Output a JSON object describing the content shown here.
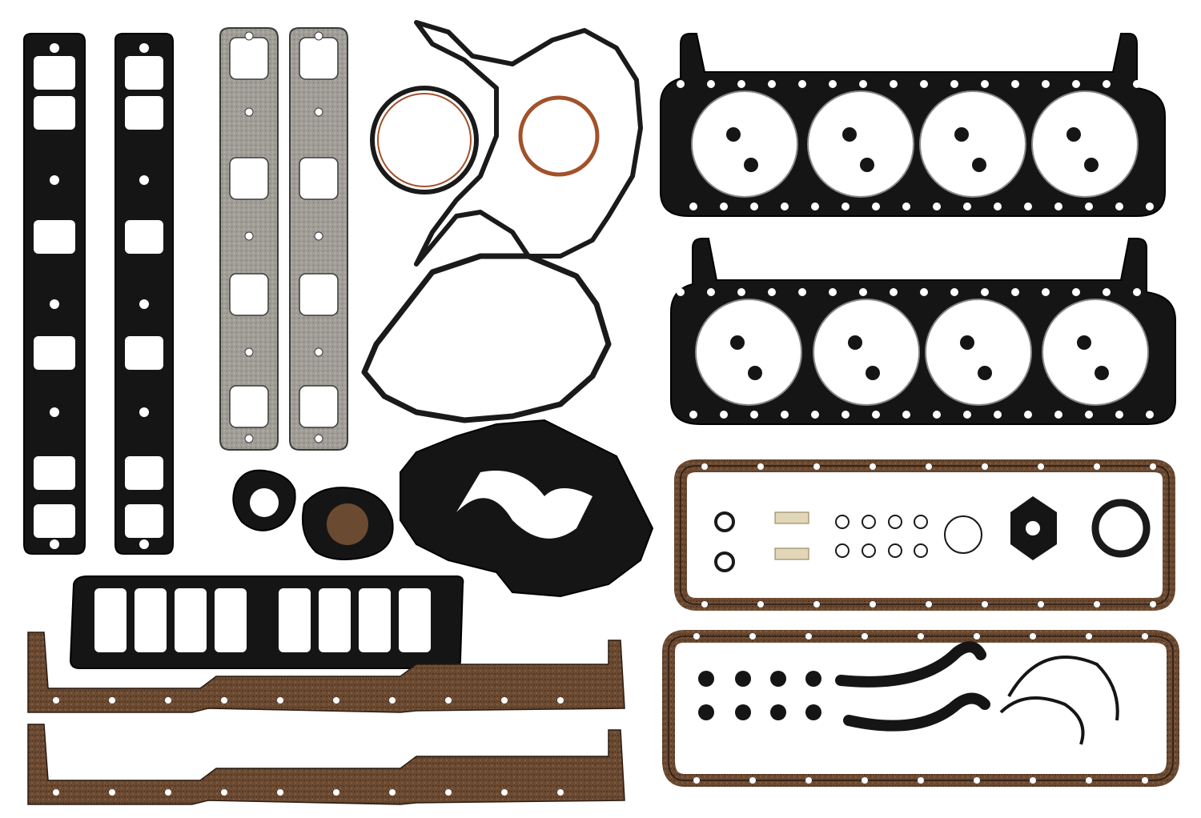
{
  "scene": {
    "background": "#ffffff",
    "colors": {
      "rubber_black": "#151515",
      "rubber_edge": "#0a0a0a",
      "fiber_gray": "#9c9892",
      "fiber_edge": "#3a3a3a",
      "cork_brown": "#6b4a32",
      "cork_edge": "#2a1a10",
      "copper_ring": "#a2512a",
      "seal_tan": "#e2d6b8",
      "paper_white": "#ffffff"
    },
    "parts": [
      {
        "name": "intake-manifold-gasket",
        "count": 2,
        "material": "rubber_black"
      },
      {
        "name": "exhaust-manifold-gasket",
        "count": 2,
        "material": "fiber_gray"
      },
      {
        "name": "timing-cover-gasket",
        "count": 1,
        "material": "rubber_black"
      },
      {
        "name": "rear-main-seal",
        "count": 2,
        "material": "copper_ring"
      },
      {
        "name": "water-pump-gasket",
        "count": 2,
        "material": "rubber_black"
      },
      {
        "name": "fuel-pump-gasket",
        "count": 1,
        "material": "rubber_black"
      },
      {
        "name": "thermostat-housing-gasket",
        "count": 1,
        "material": "rubber_black"
      },
      {
        "name": "cylinder-head-gasket",
        "count": 2,
        "material": "rubber_black"
      },
      {
        "name": "valve-cover-gasket",
        "count": 2,
        "material": "cork_brown"
      },
      {
        "name": "oil-pan-rail-gasket",
        "count": 2,
        "material": "cork_brown"
      },
      {
        "name": "upper-intake-plenum-gasket",
        "count": 1,
        "material": "rubber_black"
      },
      {
        "name": "valve-stem-seal",
        "count": 16,
        "material": "rubber_black"
      },
      {
        "name": "oil-pan-end-seal",
        "count": 2,
        "material": "rubber_black"
      }
    ]
  }
}
